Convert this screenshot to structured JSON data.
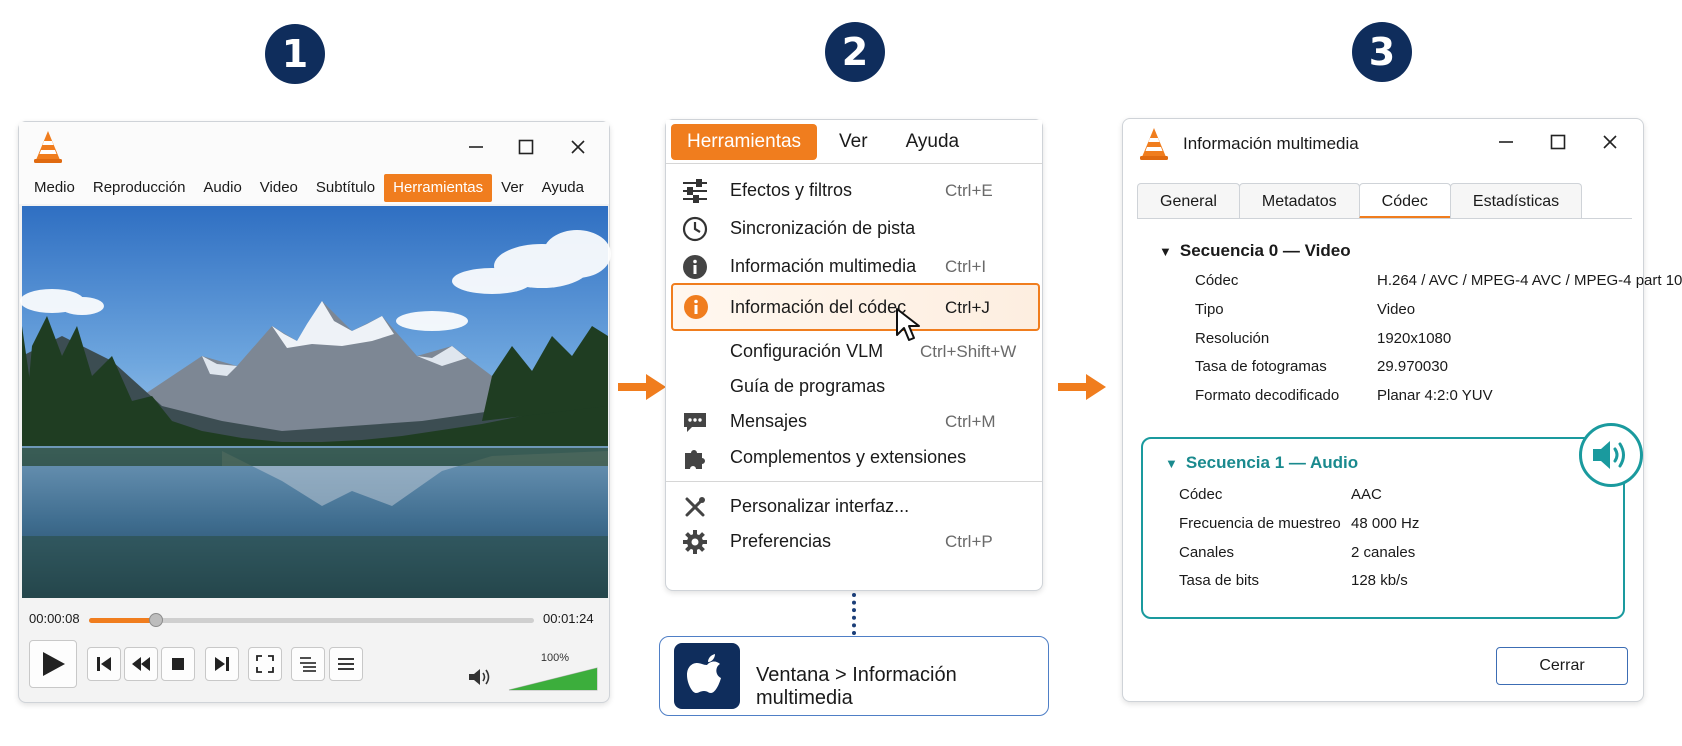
{
  "steps": [
    "1",
    "2",
    "3"
  ],
  "colors": {
    "accent_orange": "#f07d1e",
    "navy": "#0f2d5c",
    "teal": "#1a9a9e",
    "button_blue": "#3c6db4"
  },
  "player": {
    "app_icon": "vlc-cone-icon",
    "menu": [
      "Medio",
      "Reproducción",
      "Audio",
      "Video",
      "Subtítulo",
      "Herramientas",
      "Ver",
      "Ayuda"
    ],
    "active_menu": "Herramientas",
    "time_current": "00:00:08",
    "time_total": "00:01:24",
    "seek_fraction": 0.15,
    "volume_label": "100%",
    "volume_fraction": 1.0
  },
  "tools_menu": {
    "header": [
      "Herramientas",
      "Ver",
      "Ayuda"
    ],
    "items": [
      {
        "label": "Efectos y filtros",
        "shortcut": "Ctrl+E",
        "icon": "sliders-icon"
      },
      {
        "label": "Sincronización de pista",
        "shortcut": "",
        "icon": "clock-icon"
      },
      {
        "label": "Información multimedia",
        "shortcut": "Ctrl+I",
        "icon": "info-icon"
      },
      {
        "label": "Información del códec",
        "shortcut": "Ctrl+J",
        "icon": "info-orange-icon"
      },
      {
        "label": "Configuración VLM",
        "shortcut": "Ctrl+Shift+W",
        "icon": ""
      },
      {
        "label": "Guía de programas",
        "shortcut": "",
        "icon": ""
      },
      {
        "label": "Mensajes",
        "shortcut": "Ctrl+M",
        "icon": "messages-icon"
      },
      {
        "label": "Complementos y extensiones",
        "shortcut": "",
        "icon": "puzzle-icon"
      },
      {
        "label": "Personalizar interfaz...",
        "shortcut": "",
        "icon": "tools-icon"
      },
      {
        "label": "Preferencias",
        "shortcut": "Ctrl+P",
        "icon": "gear-icon"
      }
    ],
    "highlighted": "Información del códec"
  },
  "mac_hint": {
    "text": "Ventana > Información multimedia",
    "icon": "apple-icon"
  },
  "media_info": {
    "title": "Información multimedia",
    "tabs": [
      "General",
      "Metadatos",
      "Códec",
      "Estadísticas"
    ],
    "active_tab": "Códec",
    "stream0": {
      "title": "Secuencia 0 — Video",
      "rows": [
        {
          "label": "Códec",
          "value": "H.264 / AVC / MPEG-4 AVC / MPEG-4 part 10"
        },
        {
          "label": "Tipo",
          "value": "Video"
        },
        {
          "label": "Resolución",
          "value": "1920x1080"
        },
        {
          "label": "Tasa de fotogramas",
          "value": "29.970030"
        },
        {
          "label": "Formato decodificado",
          "value": "Planar 4:2:0 YUV"
        }
      ]
    },
    "stream1": {
      "title": "Secuencia 1 — Audio",
      "rows": [
        {
          "label": "Códec",
          "value": "AAC"
        },
        {
          "label": "Frecuencia de muestreo",
          "value": "48 000 Hz"
        },
        {
          "label": "Canales",
          "value": "2 canales"
        },
        {
          "label": "Tasa de bits",
          "value": "128 kb/s"
        }
      ]
    },
    "close_label": "Cerrar"
  }
}
